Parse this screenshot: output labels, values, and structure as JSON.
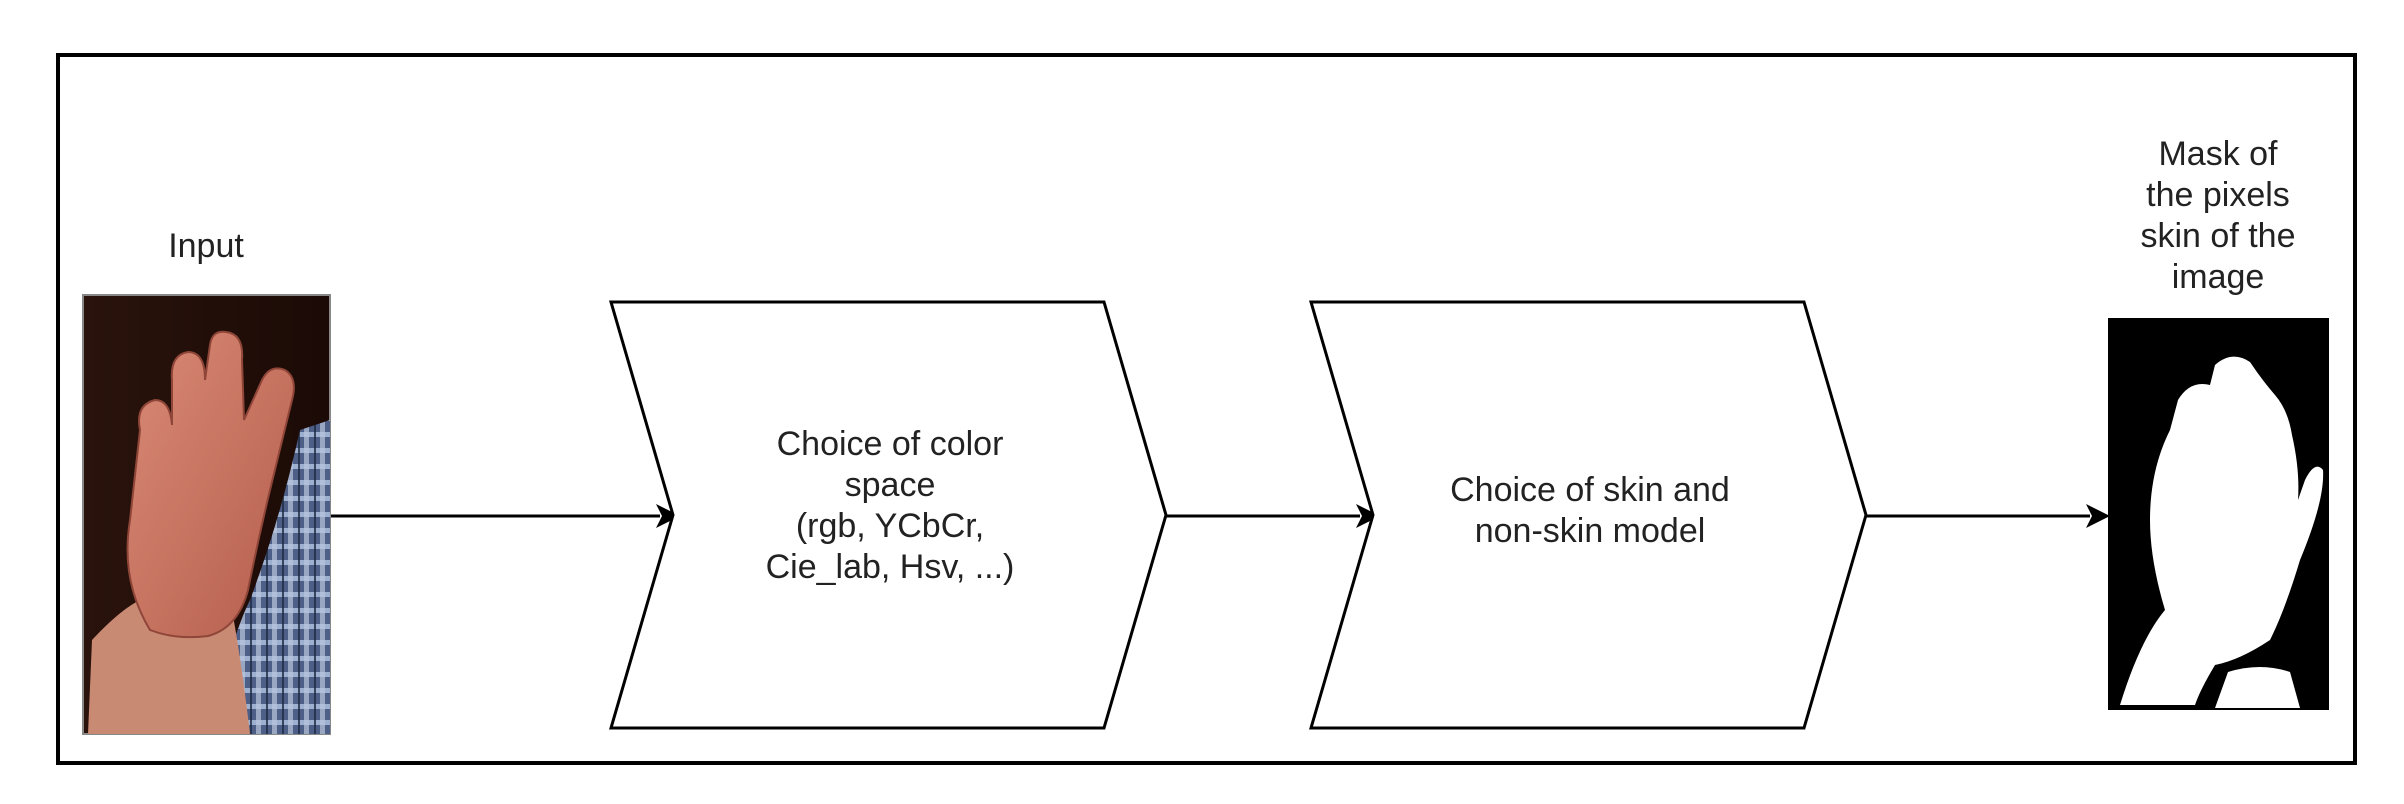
{
  "input": {
    "label": "Input"
  },
  "steps": [
    {
      "lines": [
        "Choice of color",
        "space",
        "(rgb, YCbCr,",
        "Cie_lab, Hsv, ...)"
      ]
    },
    {
      "lines": [
        "Choice of skin and",
        "non-skin model"
      ]
    }
  ],
  "output": {
    "lines": [
      "Mask of",
      "the pixels",
      "skin of the",
      "image"
    ]
  }
}
